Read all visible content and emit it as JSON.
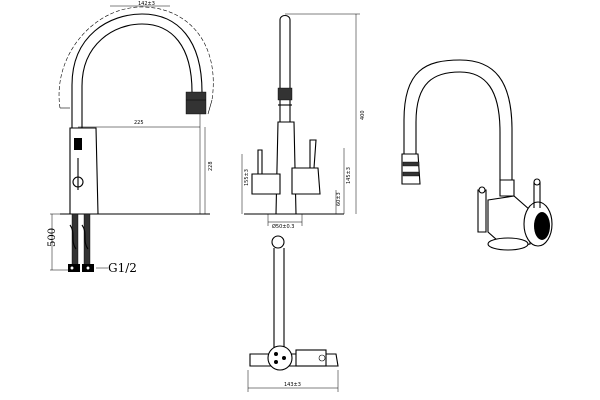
{
  "dimensions": {
    "top_width": "142±3",
    "spout_reach": "225",
    "outlet_height": "228",
    "hose_length": "500",
    "thread": "G1/2",
    "side_height_left": "155±3",
    "side_height_mid": "60±3",
    "side_height_right": "145±3",
    "total_height": "400",
    "base_diameter": "Ø50±0.3",
    "top_view_width": "143±3"
  }
}
